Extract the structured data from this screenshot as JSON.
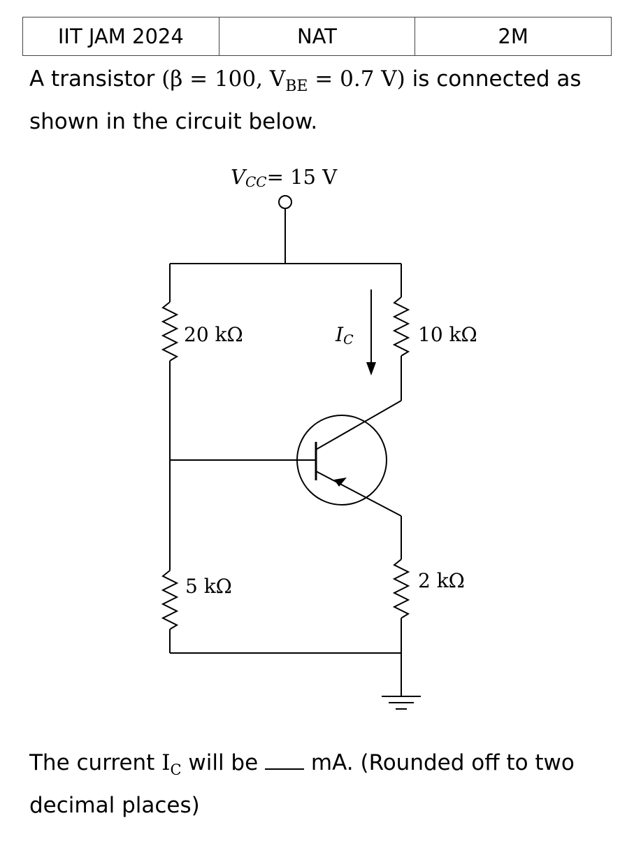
{
  "header": {
    "exam": "IIT JAM 2024",
    "type": "NAT",
    "marks": "2M"
  },
  "question": {
    "intro": "A transistor",
    "params": "(β = 100, V",
    "vbe_sub": "BE",
    "params_end": " = 0.7 V)",
    "rest": " is connected as shown in the circuit below."
  },
  "circuit": {
    "vcc_symbol": "V",
    "vcc_sub": "CC",
    "vcc_value": "= 15 V",
    "r1_label": "20 kΩ",
    "r2_label": "5 kΩ",
    "rc_label": "10 kΩ",
    "re_label": "2 kΩ",
    "ic_symbol": "I",
    "ic_sub": "C"
  },
  "answer": {
    "prefix": "The current ",
    "ic_symbol": "I",
    "ic_sub": "C",
    "middle": " will be ",
    "suffix": " mA. (Rounded off to two decimal places)"
  }
}
